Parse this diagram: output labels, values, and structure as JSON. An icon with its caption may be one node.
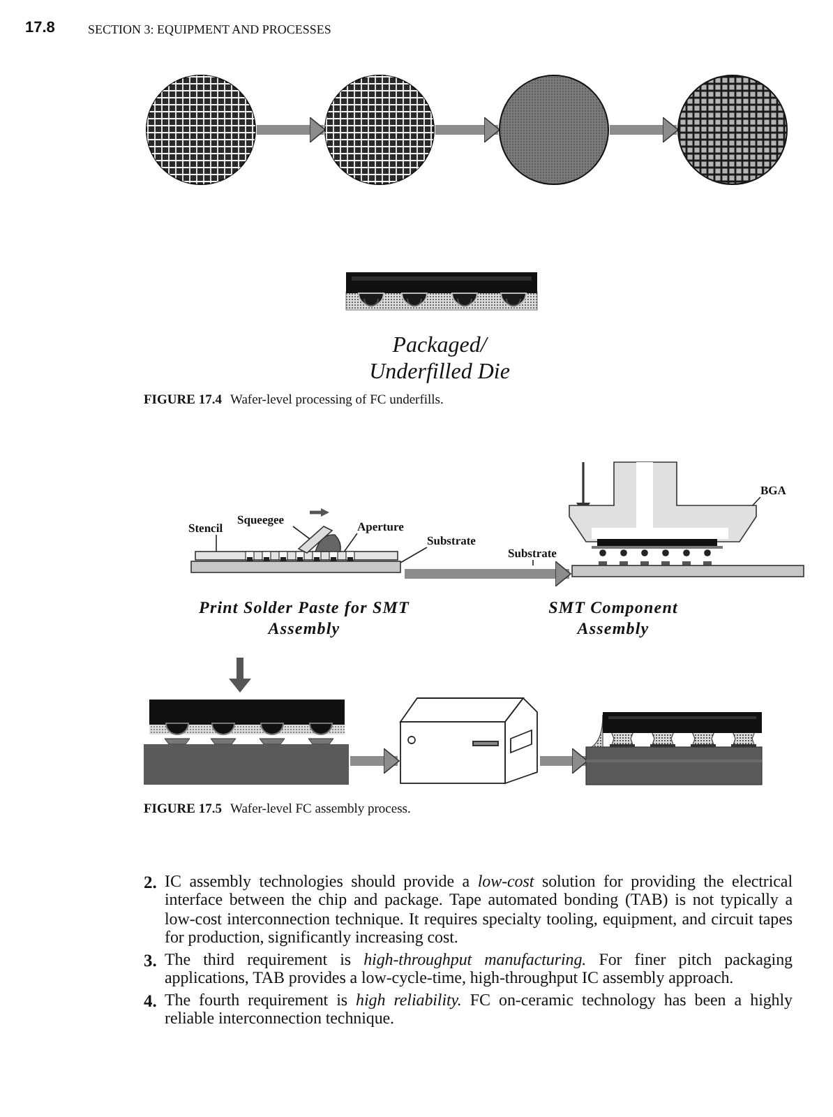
{
  "diagram": {
    "nodes": [
      {
        "text": [],
        "shape": "circle"
      },
      {
        "text": [],
        "shape": "circle"
      },
      {
        "text": [],
        "shape": "circle"
      },
      {
        "text": [],
        "shape": "circle"
      },
      {
        "text": [],
        "shape": "picture",
        "beside": [
          "Packaged/ Underfilled Die"
        ]
      },
      {
        "text": [
          "Squeegee"
        ]
      },
      {
        "text": [
          "Stencil"
        ]
      },
      {
        "text": [
          "Aperture"
        ]
      },
      {
        "text": [
          "Substrate"
        ]
      },
      {
        "text": [
          "BGA"
        ]
      },
      {
        "text": [
          "Substrate"
        ]
      },
      {
        "text": [],
        "shape": "picture",
        "beside": [
          "Print Solder Paste for SMT Assembly"
        ]
      },
      {
        "text": [],
        "shape": "picture",
        "beside": [
          "SMT Component Assembly"
        ]
      },
      {
        "text": [],
        "shape": "picture"
      },
      {
        "text": [],
        "shape": "picture"
      },
      {
        "text": [],
        "shape": "picture"
      }
    ],
    "edges": [
      {
        "from": 0,
        "to": 1,
        "arrow": "to",
        "style": "thick"
      },
      {
        "from": 1,
        "to": 2,
        "arrow": "to",
        "style": "thick"
      },
      {
        "from": 2,
        "to": 3,
        "arrow": "to",
        "style": "thick"
      },
      {
        "from": 5,
        "to": 11,
        "arrow": "none",
        "color": "#222222"
      },
      {
        "from": 6,
        "to": 11,
        "arrow": "none",
        "color": "#222222"
      },
      {
        "from": 7,
        "to": 11,
        "arrow": "none",
        "color": "#222222"
      },
      {
        "from": 8,
        "to": 11,
        "arrow": "none",
        "color": "#222222"
      },
      {
        "from": 9,
        "to": 12,
        "arrow": "none",
        "color": "#222222"
      },
      {
        "from": 10,
        "to": null,
        "arrow": "none",
        "color": "#222222"
      },
      {
        "from": 11,
        "to": 12,
        "arrow": "to",
        "style": "thick"
      },
      {
        "from": 13,
        "to": 14,
        "arrow": "to",
        "style": "thick"
      },
      {
        "from": 14,
        "to": 15,
        "arrow": "to",
        "style": "thick"
      }
    ],
    "labels": [
      "17.8",
      "SECTION 3: EQUIPMENT AND PROCESSES",
      "FIGURE 17.4",
      "Wafer-level processing of FC underfills.",
      "FIGURE 17.5",
      "Wafer-level FC assembly process.",
      "2.",
      "IC assembly technologies should provide a *low-cost* solution for providing the electrical interface between the chip and package. Tape automated bonding (TAB) is not typically a low-cost interconnection technique. It requires specialty tooling, equipment, and circuit tapes for production, significantly increasing cost.",
      "3.",
      "The third requirement is *high-throughput manufacturing.* For finer pitch packaging applications, TAB provides a low-cycle-time, high-throughput IC assembly approach.",
      "4.",
      "The fourth requirement is *high reliability.* FC on-ceramic technology has been a highly reliable interconnection technique."
    ]
  }
}
